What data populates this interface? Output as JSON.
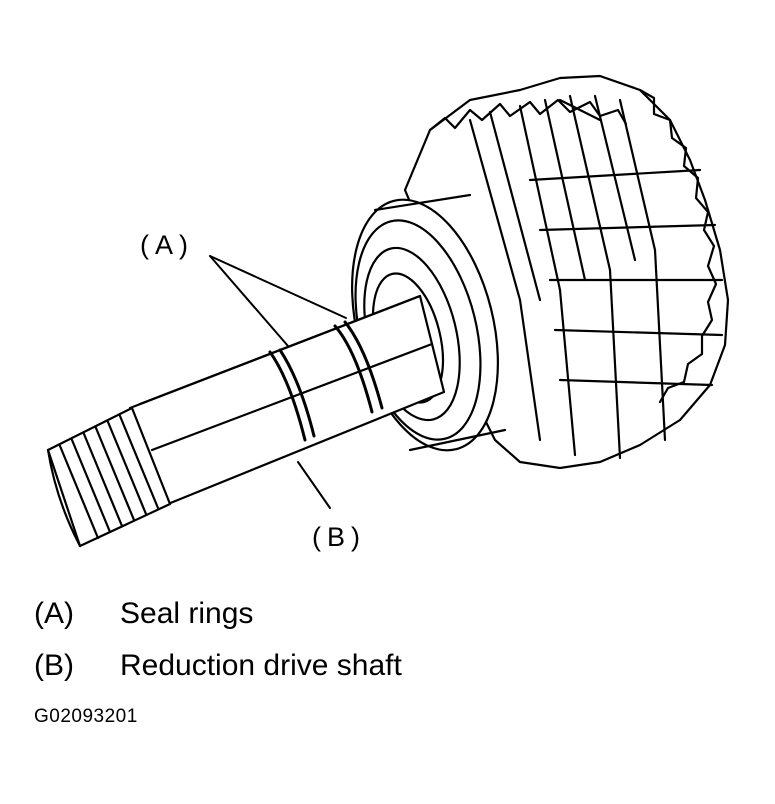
{
  "callouts": {
    "a": "(A)",
    "b": "(B)"
  },
  "legend": [
    {
      "key": "(A)",
      "text": "Seal rings"
    },
    {
      "key": "(B)",
      "text": "Reduction drive shaft"
    }
  ],
  "figure_id": "G02093201"
}
